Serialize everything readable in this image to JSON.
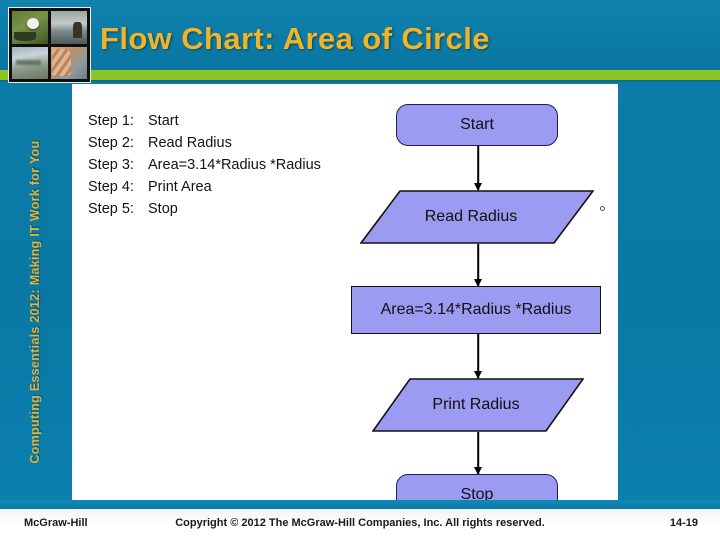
{
  "slide": {
    "title": "Flow Chart: Area of Circle",
    "sidebar_text": "Computing Essentials 2012: Making IT Work for You",
    "colors": {
      "background_teal": "#0b7ba8",
      "accent_green": "#8cc425",
      "title_gold": "#f0b429",
      "shape_fill": "#9b9bf2",
      "shape_stroke": "#111111",
      "content_bg": "#ffffff"
    }
  },
  "thumbnails": [
    {
      "name": "golf-ball-photo"
    },
    {
      "name": "beach-shore-photo"
    },
    {
      "name": "blurred-landscape-photo"
    },
    {
      "name": "hand-on-fence-photo"
    }
  ],
  "steps": [
    {
      "label": "Step 1:",
      "text": "Start"
    },
    {
      "label": "Step 2:",
      "text": "Read Radius"
    },
    {
      "label": "Step 3:",
      "text": "Area=3.14*Radius *Radius"
    },
    {
      "label": "Step 4:",
      "text": "Print Area"
    },
    {
      "label": "Step 5:",
      "text": "Stop"
    }
  ],
  "flowchart": {
    "type": "flowchart",
    "nodes": [
      {
        "id": "start",
        "shape": "terminal",
        "label": "Start"
      },
      {
        "id": "read",
        "shape": "parallelogram",
        "label": "Read Radius"
      },
      {
        "id": "area",
        "shape": "process",
        "label": "Area=3.14*Radius *Radius"
      },
      {
        "id": "print",
        "shape": "parallelogram",
        "label": "Print Radius"
      },
      {
        "id": "stop",
        "shape": "terminal",
        "label": "Stop"
      }
    ],
    "edges": [
      {
        "from": "start",
        "to": "read"
      },
      {
        "from": "read",
        "to": "area"
      },
      {
        "from": "area",
        "to": "print"
      },
      {
        "from": "print",
        "to": "stop"
      }
    ]
  },
  "footer": {
    "left": "McGraw-Hill",
    "center": "Copyright © 2012 The McGraw-Hill Companies, Inc. All rights reserved.",
    "right": "14-19"
  }
}
